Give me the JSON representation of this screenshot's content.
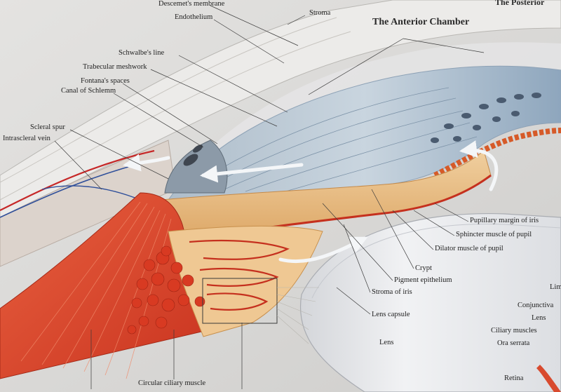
{
  "titles": {
    "anterior_chamber": "The Anterior Chamber",
    "posterior": "The Posterior"
  },
  "labels": {
    "descemets_membrane": "Descemet's membrane",
    "endothelium": "Endothelium",
    "stroma": "Stroma",
    "schwalbes_line": "Schwalbe's line",
    "trabecular_meshwork": "Trabecular meshwork",
    "fontanas_spaces": "Fontana's spaces",
    "canal_of_schlemm": "Canal of Schlemm",
    "scleral_spur": "Scleral spur",
    "intrascleral_vein": "Intrascleral vein",
    "pupillary_margin": "Pupillary margin of iris",
    "sphincter_muscle": "Sphincter muscle of pupil",
    "dilator_muscle": "Dilator muscle of pupil",
    "crypt": "Crypt",
    "pigment_epithelium": "Pigment epithelium",
    "stroma_of_iris": "Stroma of iris",
    "lens_capsule": "Lens capsule",
    "lens": "Lens",
    "circular_ciliary_muscle": "Circular ciliary muscle",
    "limbus_partial": "Lim",
    "conjunctiva": "Conjunctiva",
    "lens_right": "Lens",
    "ciliary_muscles": "Ciliary muscles",
    "ora_serrata": "Ora serrata",
    "retina": "Retina"
  },
  "colors": {
    "background": "#d9d8d6",
    "cornea": "#ecebe9",
    "iris_blue": "#9fb4c8",
    "iris_stroma_tan": "#e9c08c",
    "ciliary_red": "#d84a2e",
    "lens": "#e6e7ea",
    "vessel_red": "#c62828",
    "vessel_blue": "#2f4f9a"
  }
}
